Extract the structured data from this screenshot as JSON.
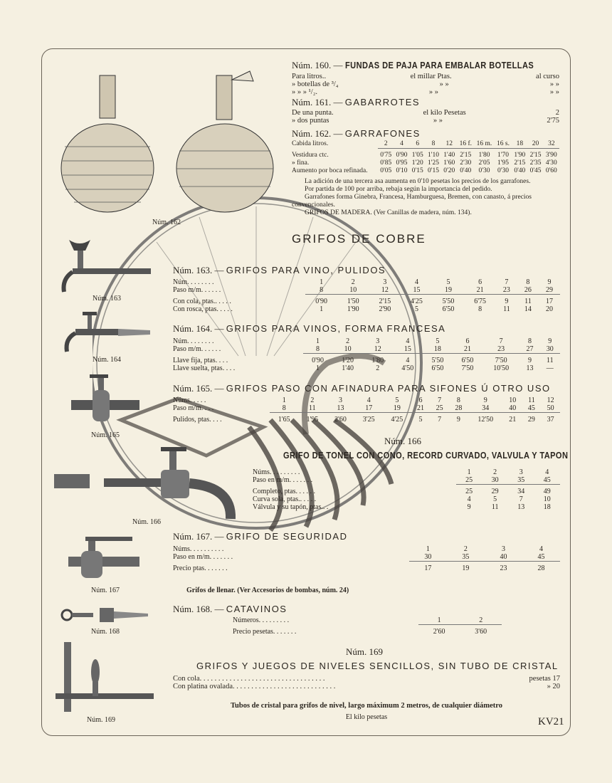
{
  "page_code": "KV21",
  "captions": [
    "Núm. 162",
    "Núm. 163",
    "Núm. 164",
    "Núm. 165",
    "Núm. 166",
    "Núm. 167",
    "Núm. 168",
    "Núm. 169"
  ],
  "s160": {
    "num": "Núm. 160. —",
    "title": "FUNDAS DE PAJA PARA EMBALAR BOTELLAS",
    "lines": [
      [
        "Para litros..",
        "el millar Ptas.",
        "al curso"
      ],
      [
        "»  botellas de ³/₄",
        "»    »",
        "»  »"
      ],
      [
        "»   »   » ¹/₂.",
        "»    »",
        "»  »"
      ]
    ]
  },
  "s161": {
    "num": "Núm. 161. —",
    "title": "GABARROTES",
    "lines": [
      [
        "De una punta.",
        "el kilo Pesetas",
        "2"
      ],
      [
        "»  dos puntas",
        "»    »",
        "2'75"
      ]
    ]
  },
  "s162": {
    "num": "Núm. 162. —",
    "title": "GARRAFONES",
    "rows": [
      [
        "Cabida litros.",
        "2",
        "4",
        "6",
        "8",
        "12",
        "16 f.",
        "16 m.",
        "16 s.",
        "18",
        "20",
        "32"
      ],
      [
        "Vestidura ctc.",
        "0'75",
        "0'90",
        "1'05",
        "1'10",
        "1'40",
        "2'15",
        "1'80",
        "1'70",
        "1'90",
        "2'15",
        "3'90"
      ],
      [
        "»      fina.",
        "0'85",
        "0'95",
        "1'20",
        "1'25",
        "1'60",
        "2'30",
        "2'05",
        "1'95",
        "2'15",
        "2'35",
        "4'30"
      ],
      [
        "Aumento por boca refinada.",
        "0'05",
        "0'10",
        "0'15",
        "0'15",
        "0'20",
        "0'40",
        "0'30",
        "0'30",
        "0'40",
        "0'45",
        "0'60"
      ]
    ],
    "notes": [
      "La adición de una tercera asa aumenta en 0'10 pesetas los precios de los garrafones.",
      "Por partida de 100 por arriba, rebaja según la importancia del pedido.",
      "Garrafones forma Ginebra, Francesa, Hamburguesa, Bremen, con canasto, á precios convencionales.",
      "GRIFOS DE MADERA. (Ver Canillas de madera, núm. 134)."
    ]
  },
  "heading": "GRIFOS DE COBRE",
  "s163": {
    "num": "Núm. 163. —",
    "title": "GRIFOS PARA VINO, PULIDOS",
    "rows": [
      [
        "Núm. . . . . . . .",
        "1",
        "2",
        "3",
        "4",
        "5",
        "6",
        "7",
        "8",
        "9"
      ],
      [
        "Paso m/m. . . . . .",
        "8",
        "10",
        "12",
        "15",
        "19",
        "21",
        "23",
        "26",
        "29"
      ],
      [
        "Con cola, ptas.. . . . .",
        "0'90",
        "1'50",
        "2'15",
        "4'25",
        "5'50",
        "6'75",
        "9",
        "11",
        "17"
      ],
      [
        "Con rosca, ptas. . . . .",
        "1",
        "1'90",
        "2'90",
        "5",
        "6'50",
        "8",
        "11",
        "14",
        "20"
      ]
    ]
  },
  "s164": {
    "num": "Núm. 164. —",
    "title": "GRIFOS PARA VINOS, FORMA FRANCESA",
    "rows": [
      [
        "Núm. . . . . . . .",
        "1",
        "2",
        "3",
        "4",
        "5",
        "6",
        "7",
        "8",
        "9"
      ],
      [
        "Paso m/m. . . . . .",
        "8",
        "10",
        "12",
        "15",
        "18",
        "21",
        "23",
        "27",
        "30"
      ],
      [
        "Llave fija, ptas. . . .",
        "0'90",
        "1'20",
        "1'80",
        "4",
        "5'50",
        "6'50",
        "7'50",
        "9",
        "11"
      ],
      [
        "Llave suelta, ptas. . . .",
        "1",
        "1'40",
        "2",
        "4'50",
        "6'50",
        "7'50",
        "10'50",
        "13",
        "—"
      ]
    ]
  },
  "s165": {
    "num": "Núm. 165. —",
    "title": "GRIFOS PASO CON AFINADURA PARA SIFONES Ú OTRO USO",
    "rows": [
      [
        "Núms. . . . .",
        "1",
        "2",
        "3",
        "4",
        "5",
        "6",
        "7",
        "8",
        "9",
        "10",
        "11",
        "12"
      ],
      [
        "Paso m/m. . . .",
        "8",
        "11",
        "13",
        "17",
        "19",
        "21",
        "25",
        "28",
        "34",
        "40",
        "45",
        "50"
      ],
      [
        "Pulidos, ptas. . . .",
        "1'65",
        "1'95",
        "2'60",
        "3'25",
        "4'25",
        "5",
        "7",
        "9",
        "12'50",
        "21",
        "29",
        "37"
      ]
    ]
  },
  "s166": {
    "num": "Núm. 166",
    "title": "GRIFO DE TONEL CON CONO, RECORD CURVADO, VALVULA Y TAPON",
    "rows": [
      [
        "Núms. . . . . . . . .",
        "1",
        "2",
        "3",
        "4"
      ],
      [
        "Paso en m/m. . . . . . .",
        "25",
        "30",
        "35",
        "45"
      ],
      [
        "Completo, ptas. . . . . .",
        "25",
        "29",
        "34",
        "49"
      ],
      [
        "Curva sola, ptas.. . . . .",
        "4",
        "5",
        "7",
        "10"
      ],
      [
        "Válvula y su tapón, ptas.. .",
        "9",
        "11",
        "13",
        "18"
      ]
    ]
  },
  "s167": {
    "num": "Núm. 167. —",
    "title": "GRIFO DE SEGURIDAD",
    "rows": [
      [
        "Núms. . . . . . . . . .",
        "1",
        "2",
        "3",
        "4"
      ],
      [
        "Paso en m/m. . . . . . .",
        "30",
        "35",
        "40",
        "45"
      ],
      [
        "Precio ptas. . . . . . .",
        "17",
        "19",
        "23",
        "28"
      ]
    ],
    "note": "Grifos de llenar. (Ver Accesorios de bombas, núm. 24)"
  },
  "s168": {
    "num": "Núm. 168. —",
    "title": "CATAVINOS",
    "rows": [
      [
        "Números. . . . . . . . .",
        "1",
        "2"
      ],
      [
        "Precio pesetas. . . . . . .",
        "2'60",
        "3'60"
      ]
    ]
  },
  "s169": {
    "num": "Núm. 169",
    "title": "GRIFOS Y JUEGOS DE NIVELES SENCILLOS, SIN TUBO DE CRISTAL",
    "lines": [
      [
        "Con cola. . . . . . . . . . . . . . . . . . . . . . . . . . . . . . . . . .",
        "pesetas 17"
      ],
      [
        "Con platina ovalada. . . . . . . . . . . . . . . . . . . . . . . . . . . .",
        "»    20"
      ]
    ],
    "tubes": "Tubos de cristal para grifos de nivel, largo máximum 2 metros, de cualquier diámetro",
    "kilo": "El kilo pesetas"
  }
}
